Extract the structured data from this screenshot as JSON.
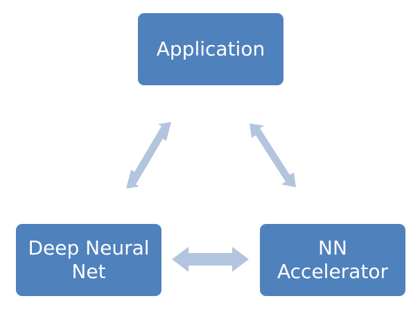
{
  "diagram": {
    "nodes": [
      {
        "id": "application",
        "label": "Application"
      },
      {
        "id": "deep-neural-net",
        "label": "Deep Neural\nNet"
      },
      {
        "id": "nn-accelerator",
        "label": "NN\nAccelerator"
      }
    ],
    "edges": [
      {
        "from": "application",
        "to": "deep-neural-net",
        "direction": "both"
      },
      {
        "from": "application",
        "to": "nn-accelerator",
        "direction": "both"
      },
      {
        "from": "deep-neural-net",
        "to": "nn-accelerator",
        "direction": "both"
      }
    ],
    "colors": {
      "node_fill": "#4f81bd",
      "node_text": "#ffffff",
      "arrow_fill": "#b3c4de"
    }
  }
}
